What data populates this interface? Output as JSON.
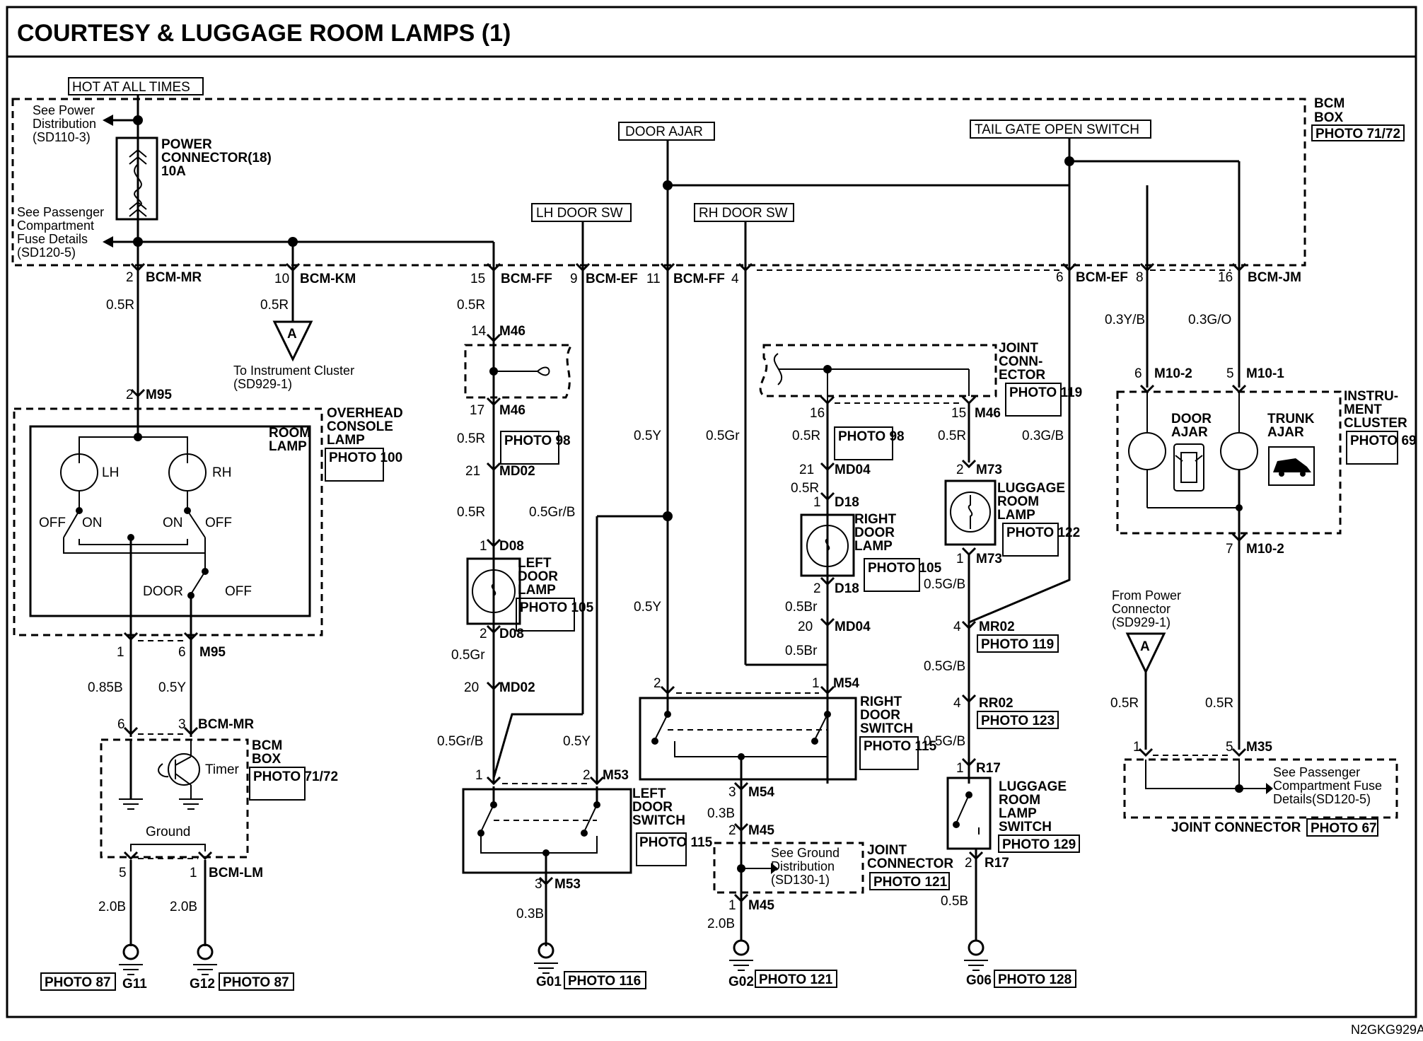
{
  "title": "COURTESY & LUGGAGE ROOM LAMPS (1)",
  "diagram_code": "N2GKG929A",
  "signals": {
    "hot": "HOT AT ALL TIMES",
    "door_ajar": "DOOR AJAR",
    "tailgate": "TAIL GATE OPEN SWITCH",
    "lh_door_sw": "LH DOOR SW",
    "rh_door_sw": "RH DOOR SW"
  },
  "bcm_box": {
    "label1": "BCM",
    "label2": "BOX",
    "photo": "PHOTO 71/72"
  },
  "power_dist": {
    "l1": "See Power",
    "l2": "Distribution",
    "l3": "(SD110-3)"
  },
  "passenger_fuse": {
    "l1": "See Passenger",
    "l2": "Compartment",
    "l3": "Fuse Details",
    "l4": "(SD120-5)"
  },
  "fuse": {
    "l1": "POWER",
    "l2": "CONNECTOR(18)",
    "l3": "10A"
  },
  "pins_top": {
    "p2": "2",
    "bcm_mr": "BCM-MR",
    "p10": "10",
    "bcm_km": "BCM-KM",
    "p15": "15",
    "bcm_ff1": "BCM-FF",
    "p9": "9",
    "bcm_ef1": "BCM-EF",
    "p11": "11",
    "bcm_ff2": "BCM-FF",
    "p4": "4",
    "p6": "6",
    "bcm_ef2": "BCM-EF",
    "p8": "8",
    "p16": "16",
    "bcm_jm": "BCM-JM"
  },
  "wires": {
    "w05r": "0.5R",
    "w05y": "0.5Y",
    "w05gr": "0.5Gr",
    "w05grb": "0.5Gr/B",
    "w05br": "0.5Br",
    "w05gb": "0.5G/B",
    "w03gb": "0.3G/B",
    "w03yb": "0.3Y/B",
    "w03go": "0.3G/O",
    "w085b": "0.85B",
    "w20b": "2.0B",
    "w03b": "0.3B",
    "w05b": "0.5B"
  },
  "cluster_ref": {
    "badge": "A",
    "l1": "To Instrument Cluster",
    "l2": "(SD929-1)"
  },
  "overhead": {
    "m95_pin": "2",
    "m95": "M95",
    "l1": "OVERHEAD",
    "l2": "CONSOLE",
    "l3": "LAMP",
    "photo": "PHOTO 100",
    "room1": "ROOM",
    "room2": "LAMP",
    "lh": "LH",
    "rh": "RH",
    "off": "OFF",
    "on": "ON",
    "door": "DOOR",
    "pin1": "1",
    "pin6": "6",
    "m95b": "M95"
  },
  "bcm_lower": {
    "pin6": "6",
    "pin3": "3",
    "bcm_mr": "BCM-MR",
    "l1": "BCM",
    "l2": "BOX",
    "photo": "PHOTO 71/72",
    "timer": "Timer",
    "ground": "Ground",
    "pin5": "5",
    "pin1": "1",
    "bcm_lm": "BCM-LM"
  },
  "grounds": {
    "g11": "G11",
    "g11_photo": "PHOTO 87",
    "g12": "G12",
    "g12_photo": "PHOTO 87",
    "g01": "G01",
    "g01_photo": "PHOTO 116",
    "g02": "G02",
    "g02_photo": "PHOTO 121",
    "g06": "G06",
    "g06_photo": "PHOTO 128"
  },
  "left_door": {
    "m46_top": "14",
    "m46": "M46",
    "m46_bot": "17",
    "photo98": "PHOTO 98",
    "md02_a": "21",
    "md02": "MD02",
    "d08_a": "1",
    "d08": "D08",
    "d08_b": "2",
    "lamp1": "LEFT",
    "lamp2": "DOOR",
    "lamp3": "LAMP",
    "lamp_photo": "PHOTO 105",
    "md02_b": "20",
    "sw_pin1": "1",
    "sw_pin2": "2",
    "m53": "M53",
    "sw1": "LEFT",
    "sw2": "DOOR",
    "sw3": "SWITCH",
    "sw_photo": "PHOTO 115",
    "m53_pin3": "3"
  },
  "right_door": {
    "jc1": "JOINT",
    "jc2": "CONN-",
    "jc3": "ECTOR",
    "jc_photo": "PHOTO 119",
    "p16": "16",
    "p15": "15",
    "m46": "M46",
    "photo98": "PHOTO 98",
    "md04_a": "21",
    "md04": "MD04",
    "d18_a": "1",
    "d18": "D18",
    "d18_b": "2",
    "lamp1": "RIGHT",
    "lamp2": "DOOR",
    "lamp3": "LAMP",
    "lamp_photo": "PHOTO 105",
    "md04_b": "20",
    "m54_2": "2",
    "m54_1": "1",
    "m54": "M54",
    "sw1": "RIGHT",
    "sw2": "DOOR",
    "sw3": "SWITCH",
    "sw_photo": "PHOTO 115",
    "m54_3": "3",
    "m45_2": "2",
    "m45": "M45",
    "m45_1": "1",
    "gj_l1": "See Ground",
    "gj_l2": "Distribution",
    "gj_l3": "(SD130-1)",
    "gj1": "JOINT",
    "gj2": "CONNECTOR",
    "gj_photo": "PHOTO 121"
  },
  "luggage": {
    "m73_2": "2",
    "m73": "M73",
    "m73_1": "1",
    "lamp1": "LUGGAGE",
    "lamp2": "ROOM",
    "lamp3": "LAMP",
    "lamp_photo": "PHOTO 122",
    "mr02_4": "4",
    "mr02": "MR02",
    "mr02_photo": "PHOTO 119",
    "rr02_4": "4",
    "rr02": "RR02",
    "rr02_photo": "PHOTO 123",
    "r17_1": "1",
    "r17": "R17",
    "r17_2": "2",
    "sw1": "LUGGAGE",
    "sw2": "ROOM",
    "sw3": "LAMP",
    "sw4": "SWITCH",
    "sw_photo": "PHOTO 129"
  },
  "cluster": {
    "p6": "6",
    "m10_2": "M10-2",
    "p5": "5",
    "m10_1": "M10-1",
    "door1": "DOOR",
    "door2": "AJAR",
    "trunk1": "TRUNK",
    "trunk2": "AJAR",
    "l1": "INSTRU-",
    "l2": "MENT",
    "l3": "CLUSTER",
    "photo": "PHOTO 69",
    "p7": "7",
    "m10_2b": "M10-2"
  },
  "power_conn": {
    "l1": "From Power",
    "l2": "Connector",
    "l3": "(SD929-1)",
    "badge": "A"
  },
  "joint_conn": {
    "p1": "1",
    "p5": "5",
    "m35": "M35",
    "l1": "See Passenger",
    "l2": "Compartment Fuse",
    "l3": "Details(SD120-5)",
    "label": "JOINT CONNECTOR",
    "photo": "PHOTO 67"
  }
}
